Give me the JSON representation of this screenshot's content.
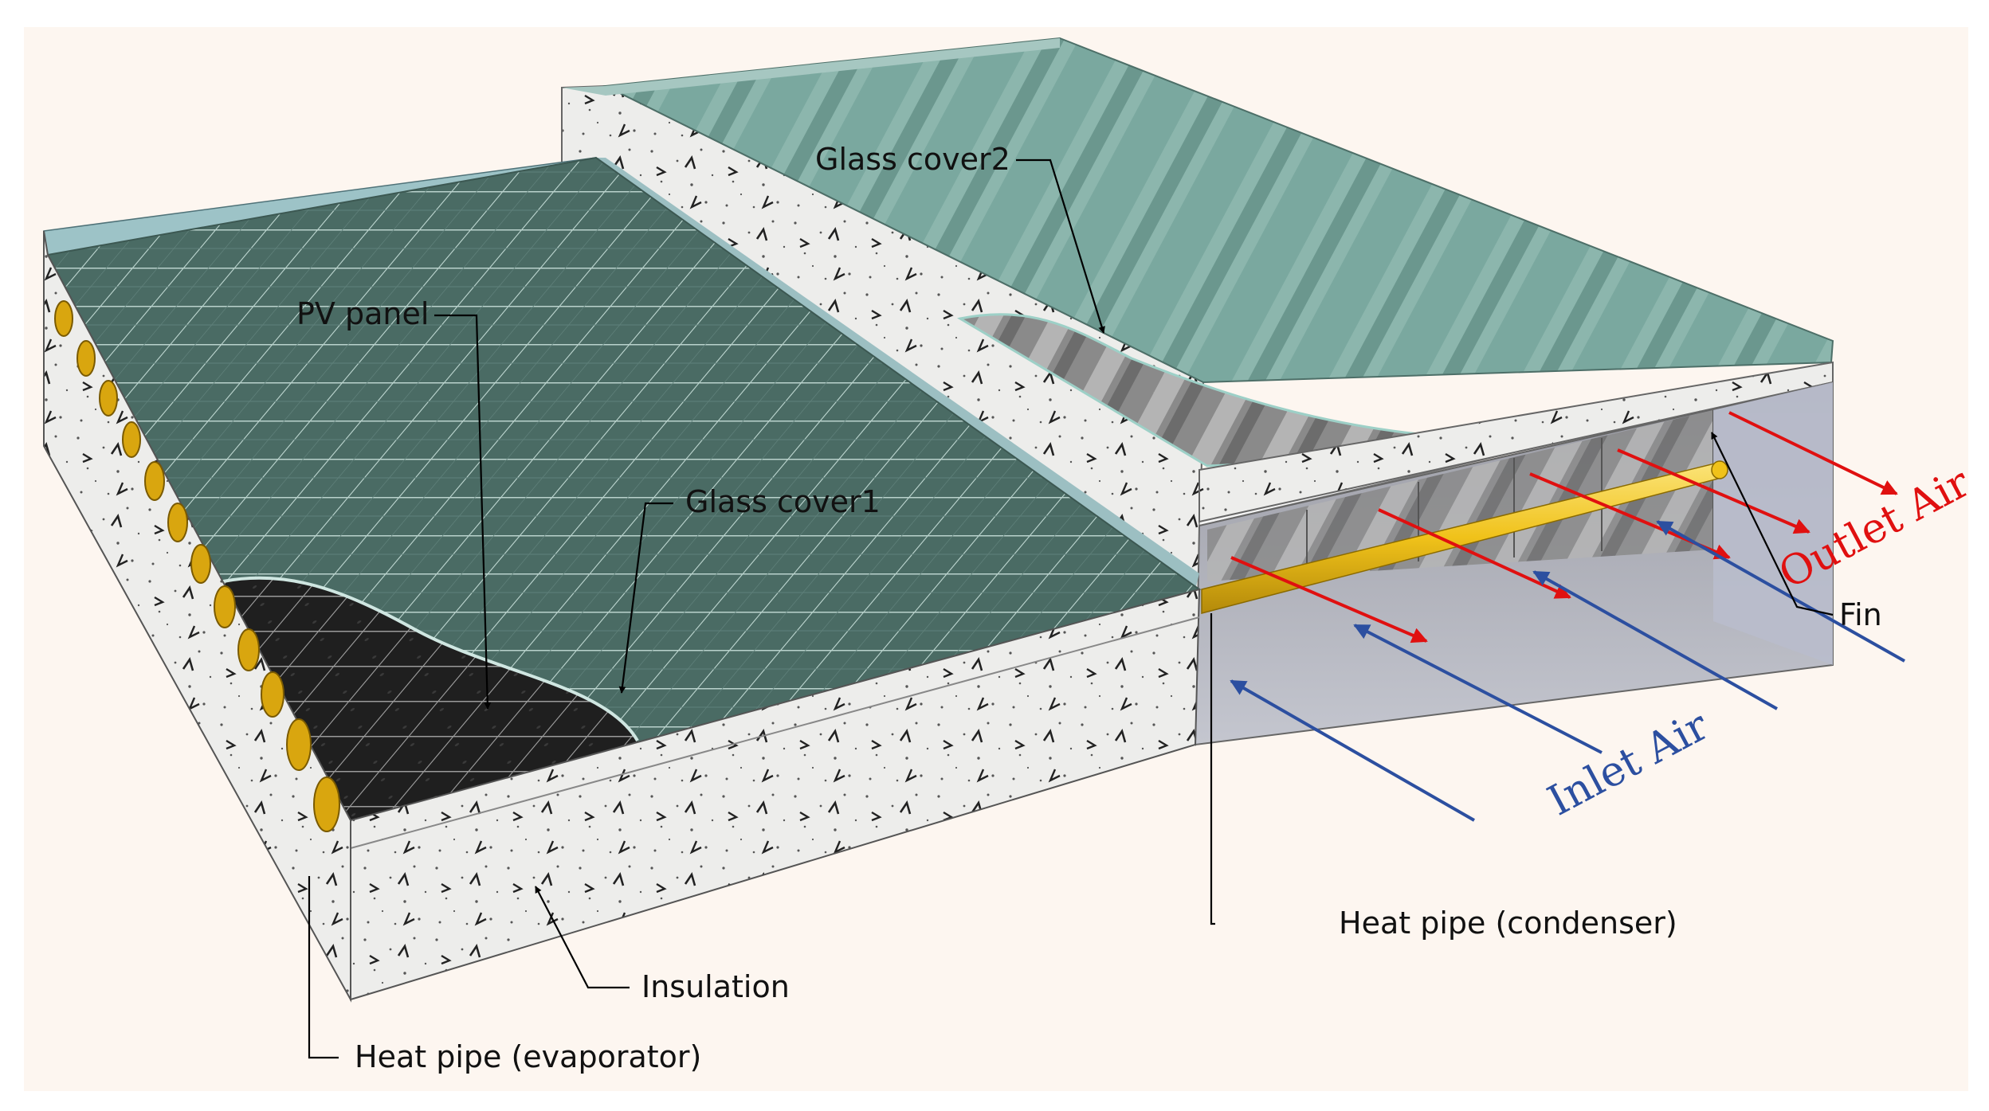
{
  "labels": {
    "pv_panel": "PV panel",
    "glass_cover1": "Glass cover1",
    "glass_cover2": "Glass cover2",
    "outlet_air": "Outlet Air",
    "inlet_air": "Inlet Air",
    "fin": "Fin",
    "heat_pipe_condenser": "Heat pipe (condenser)",
    "insulation": "Insulation",
    "heat_pipe_evaporator": "Heat pipe (evaporator)"
  },
  "colors": {
    "background": "#fdf6f0",
    "pv_glass": "#4a6b64",
    "pv_cells": "#1e1e1e",
    "glass_cover2": "#78a69d",
    "insulation": "#ececea",
    "heat_pipe": "#f0c21a",
    "outlet_air": "#e01010",
    "inlet_air": "#2c4fa0"
  }
}
